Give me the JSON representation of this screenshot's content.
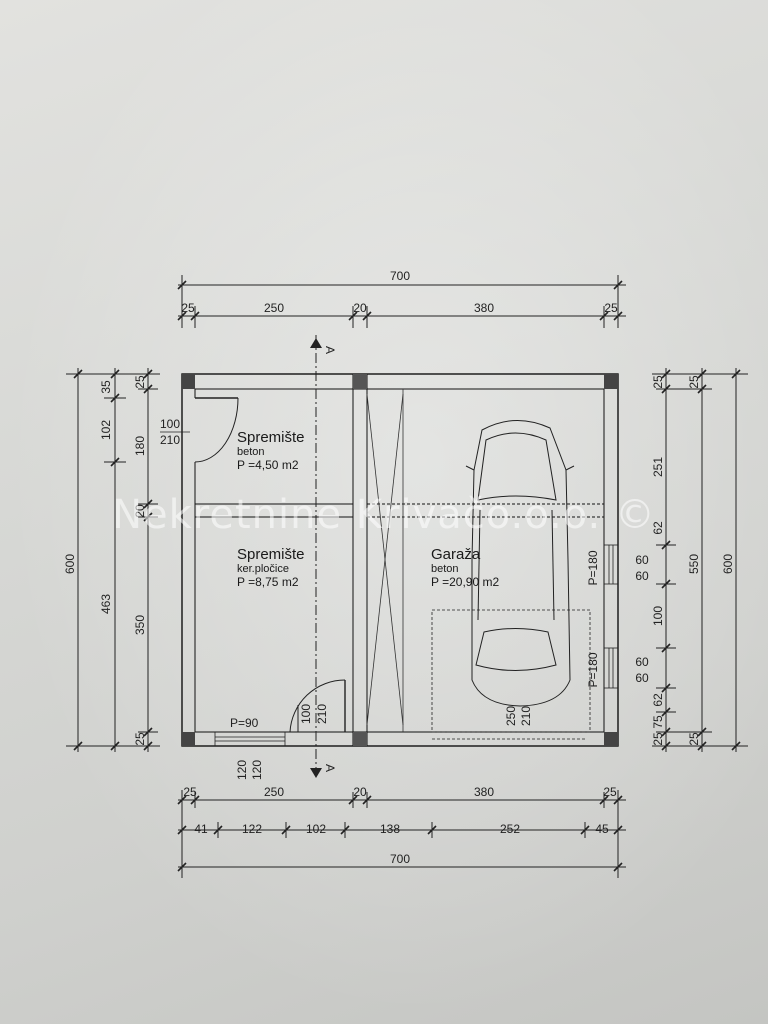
{
  "rooms": {
    "storage_top": {
      "name": "Spremište",
      "floor": "beton",
      "area": "P =4,50 m2"
    },
    "storage_bottom": {
      "name": "Spremište",
      "floor": "ker.pločice",
      "area": "P =8,75 m2"
    },
    "garage": {
      "name": "Garaža",
      "floor": "beton",
      "area": "P =20,90 m2"
    }
  },
  "top_dims": {
    "total": "700",
    "segments": [
      "25",
      "250",
      "20",
      "380",
      "25"
    ]
  },
  "bottom_dims": {
    "row1": [
      "25",
      "250",
      "20",
      "380",
      "25"
    ],
    "row2": [
      "41",
      "122",
      "102",
      "138",
      "252",
      "45"
    ],
    "total": "700"
  },
  "left_dims": {
    "outer": "600",
    "middle": [
      "35",
      "102",
      "463"
    ],
    "inner": [
      "25",
      "180",
      "20",
      "350",
      "25"
    ]
  },
  "right_dims": {
    "inner": [
      "25",
      "251",
      "60",
      "60",
      "100",
      "60",
      "60",
      "62",
      "75",
      "25"
    ],
    "inner_extra": "62",
    "middle": [
      "25",
      "550",
      "25"
    ],
    "outer": "600"
  },
  "openings": {
    "door_top": [
      "100",
      "210"
    ],
    "door_bottom": [
      "100",
      "210"
    ],
    "window_left": "P=90",
    "window_left_dims": [
      "120",
      "120"
    ],
    "window_right_1": "P=180",
    "window_right_2": "P=180",
    "garage_door": [
      "250",
      "210"
    ]
  },
  "section_marks": {
    "top": "A",
    "bottom": "A"
  },
  "watermark": "Nekretnine Krivačo.o.o. ©"
}
